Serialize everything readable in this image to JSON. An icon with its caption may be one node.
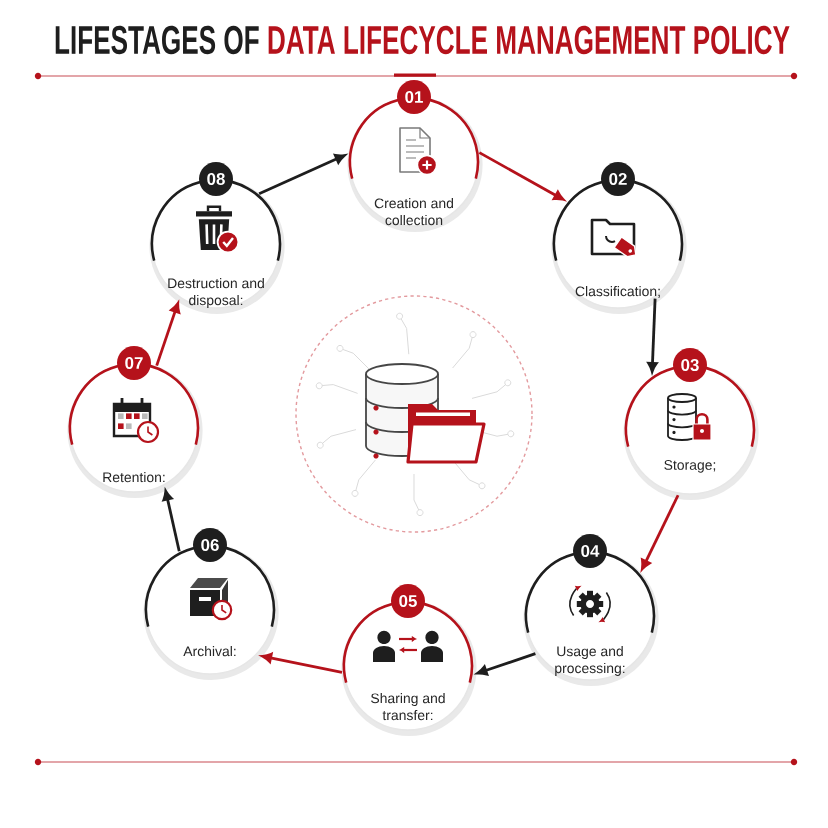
{
  "diagram": {
    "title": "LIFESTAGES OF DATA LIFECYCLE MANAGEMENT POLICY",
    "nodes": [
      {
        "text": [
          "01",
          "Creation and collection"
        ]
      },
      {
        "text": [
          "02",
          "Classification;"
        ]
      },
      {
        "text": [
          "03",
          "Storage;"
        ]
      },
      {
        "text": [
          "04",
          "Usage and processing:"
        ]
      },
      {
        "text": [
          "05",
          "Sharing and transfer:"
        ]
      },
      {
        "text": [
          "06",
          "Archival:"
        ]
      },
      {
        "text": [
          "07",
          "Retention:"
        ]
      },
      {
        "text": [
          "08",
          "Destruction and disposal:"
        ]
      }
    ],
    "edges": [
      {
        "from": 0,
        "to": 1,
        "arrow": "to",
        "color": "#b5121b"
      },
      {
        "from": 1,
        "to": 2,
        "arrow": "to",
        "color": "#1e1e1e"
      },
      {
        "from": 2,
        "to": 3,
        "arrow": "to",
        "color": "#b5121b"
      },
      {
        "from": 3,
        "to": 4,
        "arrow": "to",
        "color": "#1e1e1e"
      },
      {
        "from": 4,
        "to": 5,
        "arrow": "to",
        "color": "#b5121b"
      },
      {
        "from": 5,
        "to": 6,
        "arrow": "to",
        "color": "#1e1e1e"
      },
      {
        "from": 6,
        "to": 7,
        "arrow": "to",
        "color": "#b5121b"
      },
      {
        "from": 7,
        "to": 0,
        "arrow": "to",
        "color": "#1e1e1e"
      }
    ]
  }
}
